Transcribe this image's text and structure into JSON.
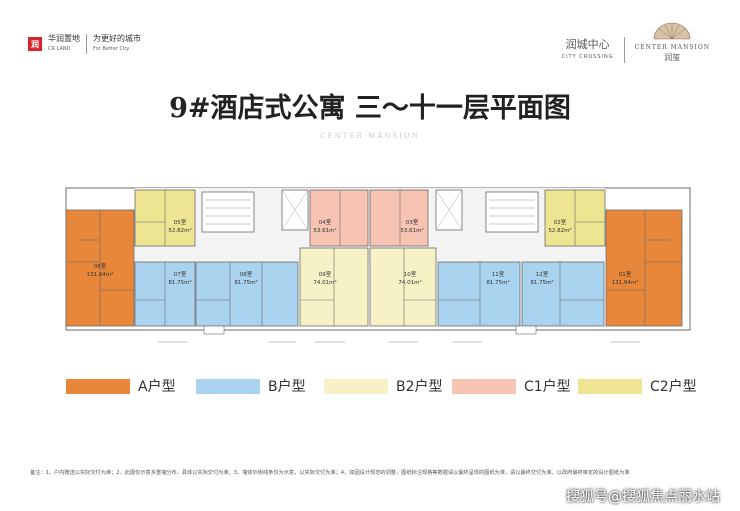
{
  "header": {
    "developer_name": "华润置地",
    "developer_sub": "CR LAND",
    "slogan": "为更好的城市",
    "slogan_sub": "For Better City",
    "project_name": "润城中心",
    "project_sub": "CITY CROSSING",
    "brand_en": "CENTER MANSION",
    "brand_cn": "润玺"
  },
  "title": "9#酒店式公寓 三〜十一层平面图",
  "subtitle_watermark": "CENTER MANSION",
  "units": [
    {
      "id": "01室",
      "area": "131.64m²",
      "type": "A"
    },
    {
      "id": "02室",
      "area": "52.82m²",
      "type": "C2"
    },
    {
      "id": "03室",
      "area": "53.61m²",
      "type": "C1"
    },
    {
      "id": "04室",
      "area": "53.61m²",
      "type": "C1"
    },
    {
      "id": "05室",
      "area": "52.82m²",
      "type": "C2"
    },
    {
      "id": "06室",
      "area": "131.64m²",
      "type": "A"
    },
    {
      "id": "07室",
      "area": "81.75m²",
      "type": "B"
    },
    {
      "id": "08室",
      "area": "81.75m²",
      "type": "B"
    },
    {
      "id": "09室",
      "area": "74.01m²",
      "type": "B2"
    },
    {
      "id": "10室",
      "area": "74.01m²",
      "type": "B2"
    },
    {
      "id": "11室",
      "area": "81.75m²",
      "type": "B"
    },
    {
      "id": "12室",
      "area": "81.75m²",
      "type": "B"
    }
  ],
  "colors": {
    "A": "#e8863a",
    "B": "#a9d3ee",
    "B2": "#f7f2c6",
    "C1": "#f7c4b3",
    "C2": "#eee592",
    "wall": "#6b6b6b"
  },
  "legend": [
    {
      "type": "A",
      "label": "A户型"
    },
    {
      "type": "B",
      "label": "B户型"
    },
    {
      "type": "B2",
      "label": "B2户型"
    },
    {
      "type": "C1",
      "label": "C1户型"
    },
    {
      "type": "C2",
      "label": "C2户型"
    }
  ],
  "note": "备注：1、户内赠送以实际交付为准；2、此图仅示意多重墙分布，具体以实际交付为准；3、墙体外侧线条仅为示意，以实际交付为准；4、如因设计规范的调整，图纸标注规格等数据请以最终呈现的图纸为准，请以最终交付为准。以政府最终审定的设计图纸为准",
  "bottom_watermark": "搜狐号@搜狐焦点丽水站"
}
